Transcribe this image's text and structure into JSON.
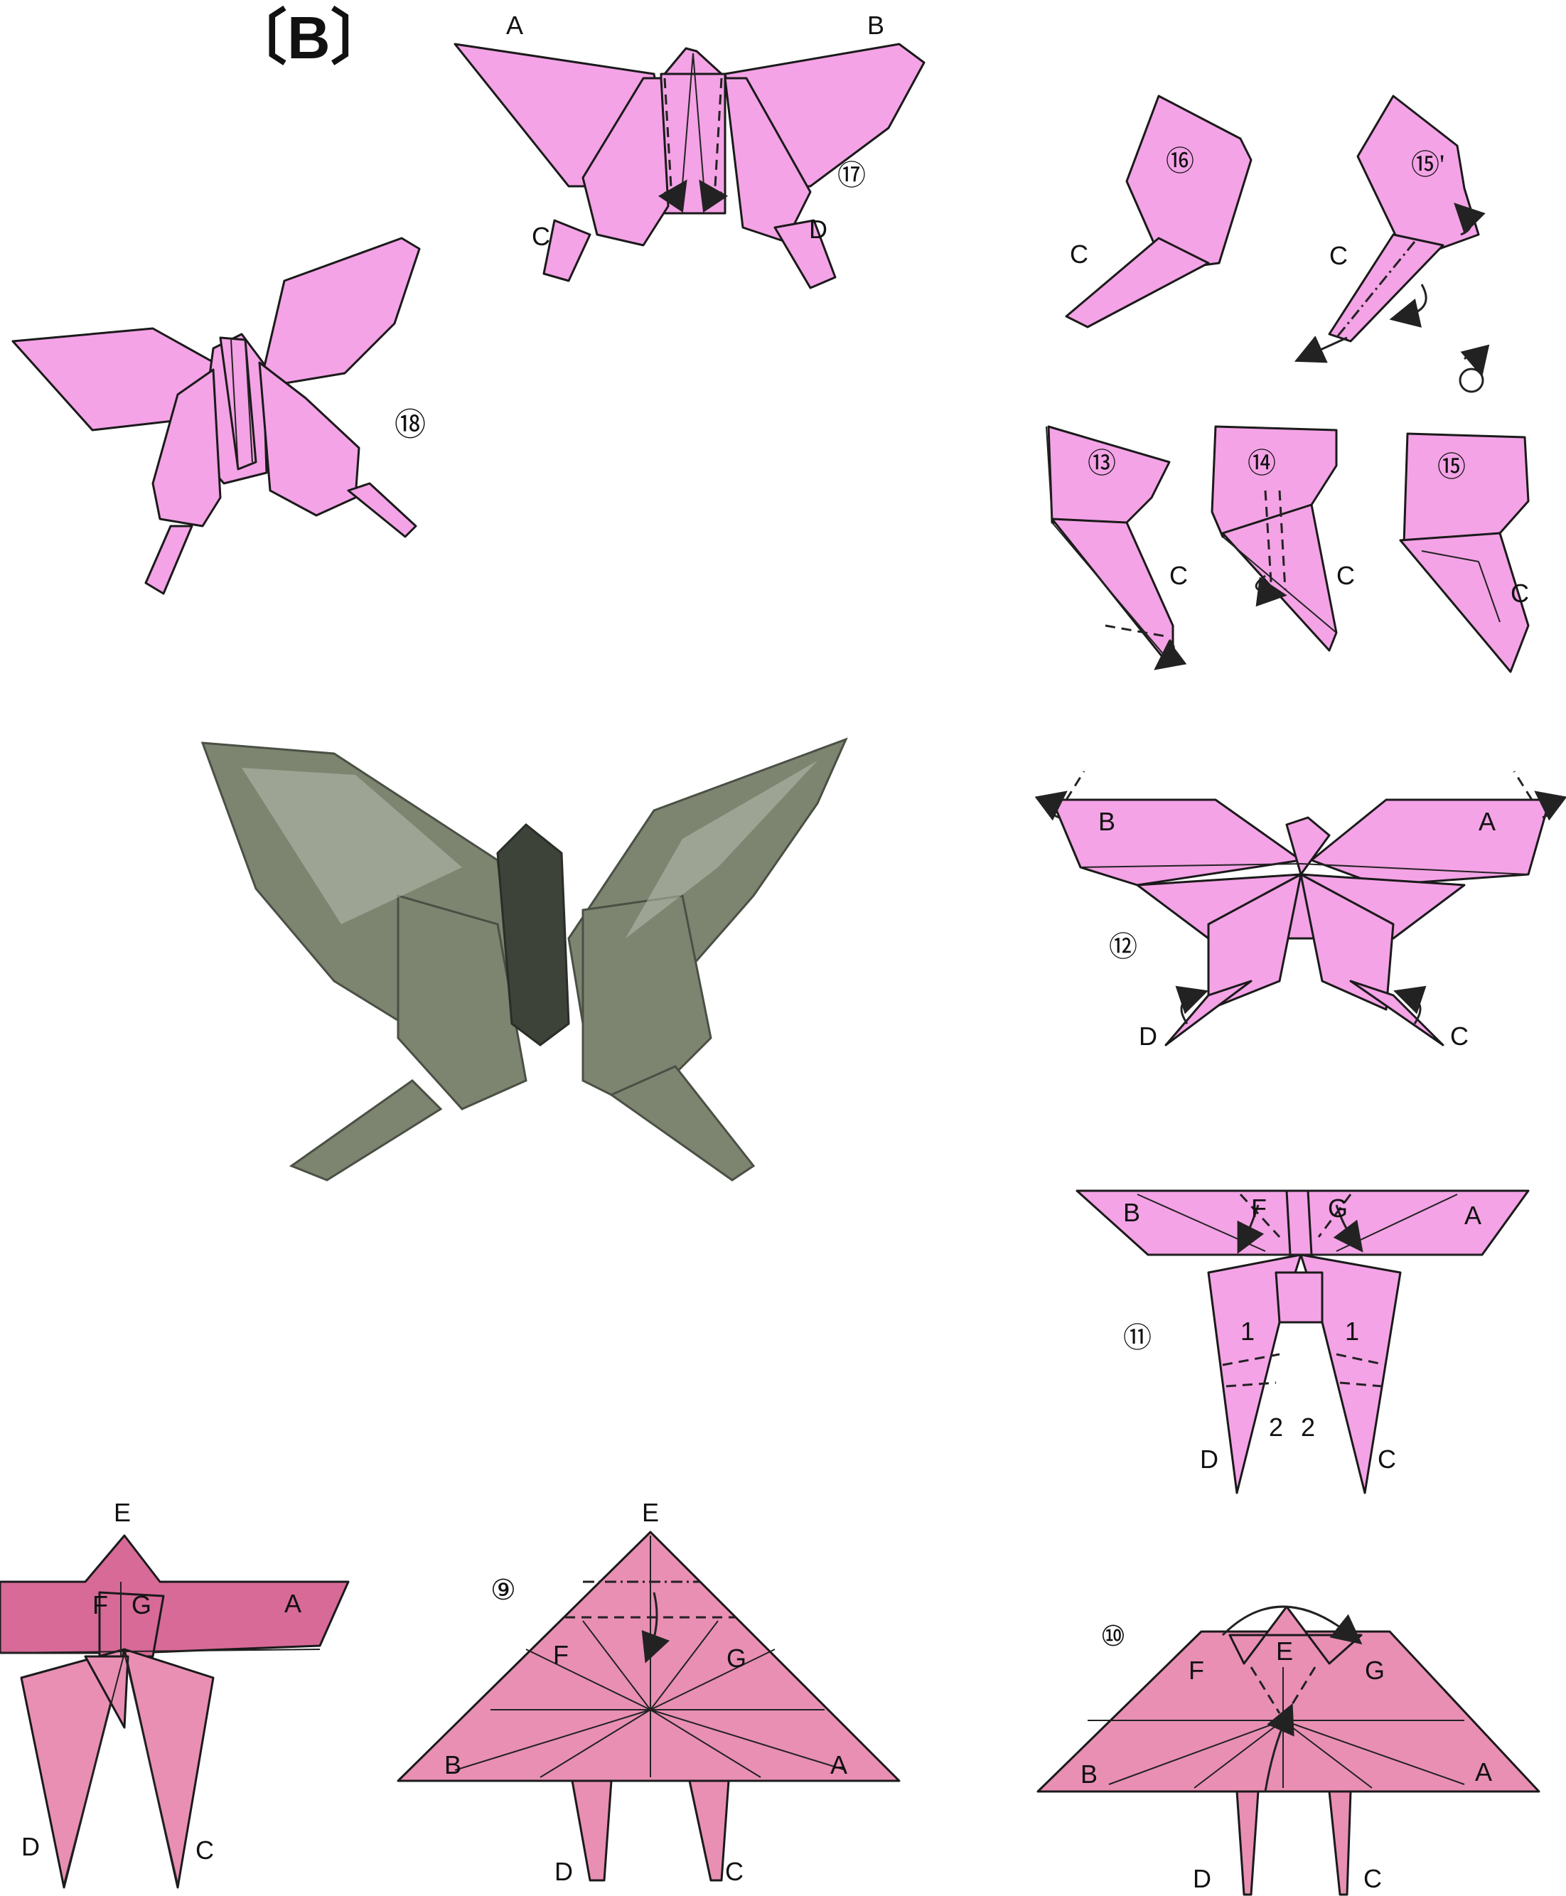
{
  "section_label": "〔B〕",
  "steps": {
    "s9": "⑨",
    "s10": "⑩",
    "s11": "⑪",
    "s12": "⑫",
    "s13": "⑬",
    "s14": "⑭",
    "s15": "⑮",
    "s15p": "⑮'",
    "s16": "⑯",
    "s17": "⑰",
    "s18": "⑱"
  },
  "letters": {
    "A": "A",
    "B": "B",
    "C": "C",
    "D": "D",
    "E": "E",
    "F": "F",
    "G": "G",
    "one": "1",
    "two": "2"
  },
  "colors": {
    "pink_light": "#f4a3e6",
    "pink_mid": "#e98fb4",
    "pink_dark": "#d86a98",
    "photo_gray": "#7d8571"
  }
}
